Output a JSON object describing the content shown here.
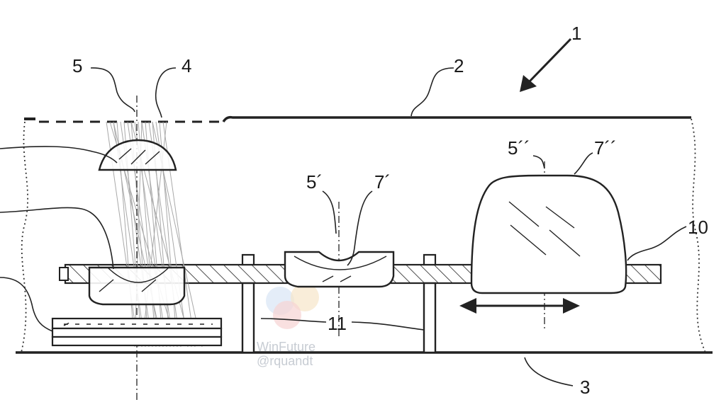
{
  "figure": {
    "labels": {
      "l1": "1",
      "l2": "2",
      "l3": "3",
      "l4": "4",
      "l5": "5",
      "l5p": "5´",
      "l5pp": "5´´",
      "l7p": "7´",
      "l7pp": "7´´",
      "l10": "10",
      "l11": "11"
    },
    "watermark": {
      "line1": "WinFuture",
      "line2": "@rquandt"
    },
    "colors": {
      "ink": "#222222",
      "background": "#ffffff",
      "watermark": "#c7ccd3"
    }
  }
}
